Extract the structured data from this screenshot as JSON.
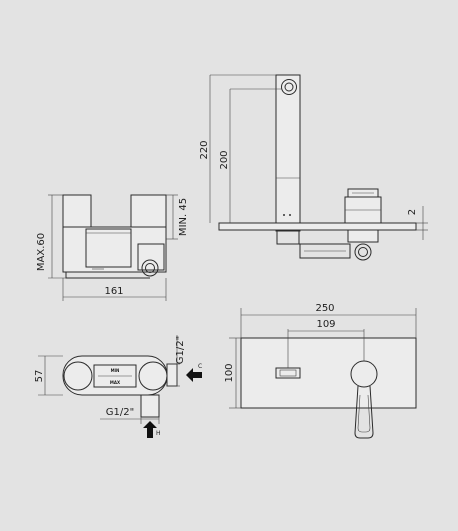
{
  "side_view": {
    "height_label": "MAX.60",
    "min_label": "MIN. 45",
    "width_label": "161"
  },
  "spout_view": {
    "total_height_label": "220",
    "body_height_label": "200",
    "plate_label": "2"
  },
  "top_view": {
    "depth_label": "57",
    "side_thread_label": "G1/2\"",
    "bottom_thread_label": "G1/2\"",
    "knob_max_label": "MAX",
    "knob_min_label": "MIN",
    "arrow_c_label": "C",
    "arrow_h_label": "H"
  },
  "front_view": {
    "width_label": "250",
    "spacing_label": "109",
    "height_label": "100"
  }
}
